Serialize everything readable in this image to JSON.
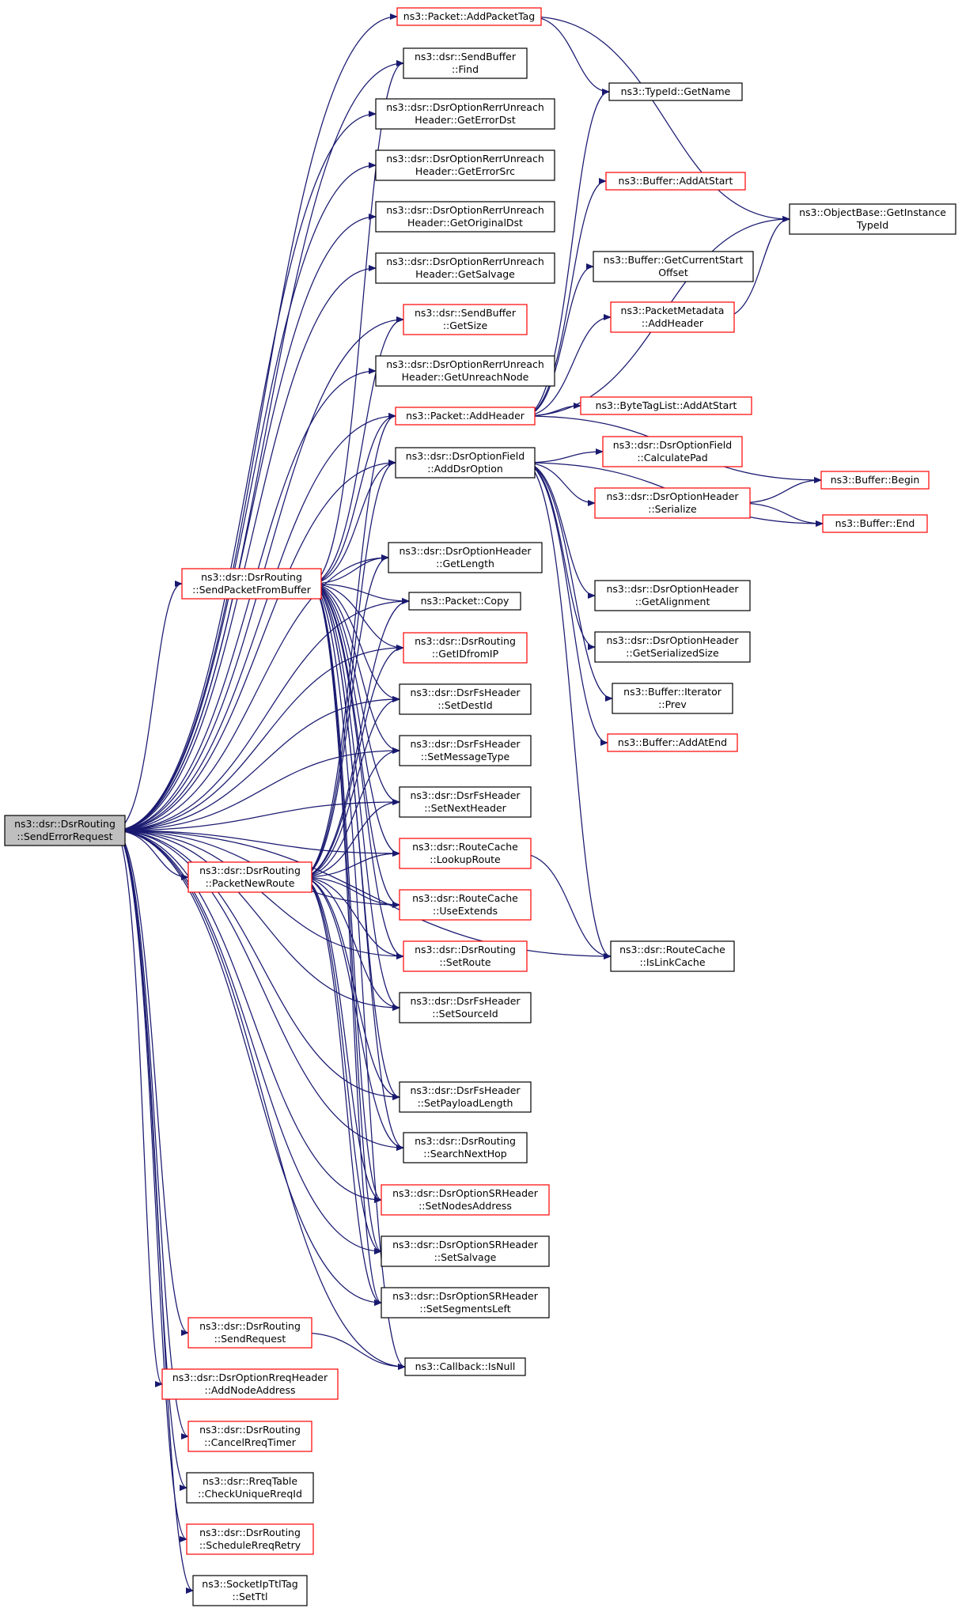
{
  "nodes": [
    {
      "id": "root",
      "lines": [
        "ns3::dsr::DsrRouting",
        "::SendErrorRequest"
      ],
      "border": "root"
    },
    {
      "id": "sendpkt",
      "lines": [
        "ns3::dsr::DsrRouting",
        "::SendPacketFromBuffer"
      ],
      "border": "red"
    },
    {
      "id": "pktnew",
      "lines": [
        "ns3::dsr::DsrRouting",
        "::PacketNewRoute"
      ],
      "border": "red"
    },
    {
      "id": "sendreq",
      "lines": [
        "ns3::dsr::DsrRouting",
        "::SendRequest"
      ],
      "border": "red"
    },
    {
      "id": "addnode",
      "lines": [
        "ns3::dsr::DsrOptionRreqHeader",
        "::AddNodeAddress"
      ],
      "border": "red"
    },
    {
      "id": "cancelrreq",
      "lines": [
        "ns3::dsr::DsrRouting",
        "::CancelRreqTimer"
      ],
      "border": "red"
    },
    {
      "id": "checkuniq",
      "lines": [
        "ns3::dsr::RreqTable",
        "::CheckUniqueRreqId"
      ],
      "border": "black"
    },
    {
      "id": "schedretry",
      "lines": [
        "ns3::dsr::DsrRouting",
        "::ScheduleRreqRetry"
      ],
      "border": "red"
    },
    {
      "id": "setttl",
      "lines": [
        "ns3::SocketIpTtlTag",
        "::SetTtl"
      ],
      "border": "black"
    },
    {
      "id": "addpkttag",
      "lines": [
        "ns3::Packet::AddPacketTag"
      ],
      "border": "red"
    },
    {
      "id": "find",
      "lines": [
        "ns3::dsr::SendBuffer",
        "::Find"
      ],
      "border": "black"
    },
    {
      "id": "geterrdst",
      "lines": [
        "ns3::dsr::DsrOptionRerrUnreach",
        "Header::GetErrorDst"
      ],
      "border": "black"
    },
    {
      "id": "geterrsrc",
      "lines": [
        "ns3::dsr::DsrOptionRerrUnreach",
        "Header::GetErrorSrc"
      ],
      "border": "black"
    },
    {
      "id": "getorigdst",
      "lines": [
        "ns3::dsr::DsrOptionRerrUnreach",
        "Header::GetOriginalDst"
      ],
      "border": "black"
    },
    {
      "id": "getsalvage",
      "lines": [
        "ns3::dsr::DsrOptionRerrUnreach",
        "Header::GetSalvage"
      ],
      "border": "black"
    },
    {
      "id": "getsize",
      "lines": [
        "ns3::dsr::SendBuffer",
        "::GetSize"
      ],
      "border": "red"
    },
    {
      "id": "getunreach",
      "lines": [
        "ns3::dsr::DsrOptionRerrUnreach",
        "Header::GetUnreachNode"
      ],
      "border": "black"
    },
    {
      "id": "addheader",
      "lines": [
        "ns3::Packet::AddHeader"
      ],
      "border": "red"
    },
    {
      "id": "adddsropt",
      "lines": [
        "ns3::dsr::DsrOptionField",
        "::AddDsrOption"
      ],
      "border": "black"
    },
    {
      "id": "getlength",
      "lines": [
        "ns3::dsr::DsrOptionHeader",
        "::GetLength"
      ],
      "border": "black"
    },
    {
      "id": "pktcopy",
      "lines": [
        "ns3::Packet::Copy"
      ],
      "border": "black"
    },
    {
      "id": "getidfromip",
      "lines": [
        "ns3::dsr::DsrRouting",
        "::GetIDfromIP"
      ],
      "border": "red"
    },
    {
      "id": "setdestid",
      "lines": [
        "ns3::dsr::DsrFsHeader",
        "::SetDestId"
      ],
      "border": "black"
    },
    {
      "id": "setmsgtype",
      "lines": [
        "ns3::dsr::DsrFsHeader",
        "::SetMessageType"
      ],
      "border": "black"
    },
    {
      "id": "setnexthdr",
      "lines": [
        "ns3::dsr::DsrFsHeader",
        "::SetNextHeader"
      ],
      "border": "black"
    },
    {
      "id": "lookuproute",
      "lines": [
        "ns3::dsr::RouteCache",
        "::LookupRoute"
      ],
      "border": "red"
    },
    {
      "id": "useextends",
      "lines": [
        "ns3::dsr::RouteCache",
        "::UseExtends"
      ],
      "border": "red"
    },
    {
      "id": "setroute",
      "lines": [
        "ns3::dsr::DsrRouting",
        "::SetRoute"
      ],
      "border": "red"
    },
    {
      "id": "setsourceid",
      "lines": [
        "ns3::dsr::DsrFsHeader",
        "::SetSourceId"
      ],
      "border": "black"
    },
    {
      "id": "setpayload",
      "lines": [
        "ns3::dsr::DsrFsHeader",
        "::SetPayloadLength"
      ],
      "border": "black"
    },
    {
      "id": "searchnext",
      "lines": [
        "ns3::dsr::DsrRouting",
        "::SearchNextHop"
      ],
      "border": "black"
    },
    {
      "id": "setnodesaddr",
      "lines": [
        "ns3::dsr::DsrOptionSRHeader",
        "::SetNodesAddress"
      ],
      "border": "red"
    },
    {
      "id": "srsetsalvage",
      "lines": [
        "ns3::dsr::DsrOptionSRHeader",
        "::SetSalvage"
      ],
      "border": "black"
    },
    {
      "id": "setsegleft",
      "lines": [
        "ns3::dsr::DsrOptionSRHeader",
        "::SetSegmentsLeft"
      ],
      "border": "black"
    },
    {
      "id": "cbisnull",
      "lines": [
        "ns3::Callback::IsNull"
      ],
      "border": "black"
    },
    {
      "id": "typeidname",
      "lines": [
        "ns3::TypeId::GetName"
      ],
      "border": "black"
    },
    {
      "id": "bufaddstart",
      "lines": [
        "ns3::Buffer::AddAtStart"
      ],
      "border": "red"
    },
    {
      "id": "getinsttype",
      "lines": [
        "ns3::ObjectBase::GetInstance",
        "TypeId"
      ],
      "border": "black"
    },
    {
      "id": "getcurstart",
      "lines": [
        "ns3::Buffer::GetCurrentStart",
        "Offset"
      ],
      "border": "black"
    },
    {
      "id": "pmaddheader",
      "lines": [
        "ns3::PacketMetadata",
        "::AddHeader"
      ],
      "border": "red"
    },
    {
      "id": "btladdstart",
      "lines": [
        "ns3::ByteTagList::AddAtStart"
      ],
      "border": "red"
    },
    {
      "id": "calcpad",
      "lines": [
        "ns3::dsr::DsrOptionField",
        "::CalculatePad"
      ],
      "border": "red"
    },
    {
      "id": "ohserialize",
      "lines": [
        "ns3::dsr::DsrOptionHeader",
        "::Serialize"
      ],
      "border": "red"
    },
    {
      "id": "bufbegin",
      "lines": [
        "ns3::Buffer::Begin"
      ],
      "border": "red"
    },
    {
      "id": "bufend",
      "lines": [
        "ns3::Buffer::End"
      ],
      "border": "red"
    },
    {
      "id": "getalign",
      "lines": [
        "ns3::dsr::DsrOptionHeader",
        "::GetAlignment"
      ],
      "border": "black"
    },
    {
      "id": "getsersize",
      "lines": [
        "ns3::dsr::DsrOptionHeader",
        "::GetSerializedSize"
      ],
      "border": "black"
    },
    {
      "id": "iterprev",
      "lines": [
        "ns3::Buffer::Iterator",
        "::Prev"
      ],
      "border": "black"
    },
    {
      "id": "bufaddend",
      "lines": [
        "ns3::Buffer::AddAtEnd"
      ],
      "border": "red"
    },
    {
      "id": "islinkcache",
      "lines": [
        "ns3::dsr::RouteCache",
        "::IsLinkCache"
      ],
      "border": "black"
    }
  ],
  "edges": [
    [
      "root",
      "addpkttag"
    ],
    [
      "root",
      "find"
    ],
    [
      "root",
      "geterrdst"
    ],
    [
      "root",
      "geterrsrc"
    ],
    [
      "root",
      "getorigdst"
    ],
    [
      "root",
      "getsalvage"
    ],
    [
      "root",
      "getsize"
    ],
    [
      "root",
      "getunreach"
    ],
    [
      "root",
      "addheader"
    ],
    [
      "root",
      "adddsropt"
    ],
    [
      "root",
      "sendpkt"
    ],
    [
      "root",
      "getlength"
    ],
    [
      "root",
      "pktcopy"
    ],
    [
      "root",
      "getidfromip"
    ],
    [
      "root",
      "setdestid"
    ],
    [
      "root",
      "setmsgtype"
    ],
    [
      "root",
      "setnexthdr"
    ],
    [
      "root",
      "pktnew"
    ],
    [
      "root",
      "lookuproute"
    ],
    [
      "root",
      "useextends"
    ],
    [
      "root",
      "setroute"
    ],
    [
      "root",
      "setsourceid"
    ],
    [
      "root",
      "islinkcache"
    ],
    [
      "root",
      "setpayload"
    ],
    [
      "root",
      "searchnext"
    ],
    [
      "root",
      "setnodesaddr"
    ],
    [
      "root",
      "srsetsalvage"
    ],
    [
      "root",
      "setsegleft"
    ],
    [
      "root",
      "cbisnull"
    ],
    [
      "root",
      "sendreq"
    ],
    [
      "root",
      "addnode"
    ],
    [
      "root",
      "cancelrreq"
    ],
    [
      "root",
      "checkuniq"
    ],
    [
      "root",
      "schedretry"
    ],
    [
      "root",
      "setttl"
    ],
    [
      "sendpkt",
      "find"
    ],
    [
      "sendpkt",
      "getsize"
    ],
    [
      "sendpkt",
      "addheader"
    ],
    [
      "sendpkt",
      "adddsropt"
    ],
    [
      "sendpkt",
      "getlength"
    ],
    [
      "sendpkt",
      "pktcopy"
    ],
    [
      "sendpkt",
      "getidfromip"
    ],
    [
      "sendpkt",
      "setdestid"
    ],
    [
      "sendpkt",
      "setmsgtype"
    ],
    [
      "sendpkt",
      "setnexthdr"
    ],
    [
      "sendpkt",
      "lookuproute"
    ],
    [
      "sendpkt",
      "useextends"
    ],
    [
      "sendpkt",
      "setroute"
    ],
    [
      "sendpkt",
      "setsourceid"
    ],
    [
      "sendpkt",
      "setpayload"
    ],
    [
      "sendpkt",
      "searchnext"
    ],
    [
      "sendpkt",
      "setnodesaddr"
    ],
    [
      "sendpkt",
      "srsetsalvage"
    ],
    [
      "sendpkt",
      "setsegleft"
    ],
    [
      "sendpkt",
      "cbisnull"
    ],
    [
      "pktnew",
      "addheader"
    ],
    [
      "pktnew",
      "adddsropt"
    ],
    [
      "pktnew",
      "getlength"
    ],
    [
      "pktnew",
      "pktcopy"
    ],
    [
      "pktnew",
      "getidfromip"
    ],
    [
      "pktnew",
      "setdestid"
    ],
    [
      "pktnew",
      "setmsgtype"
    ],
    [
      "pktnew",
      "setnexthdr"
    ],
    [
      "pktnew",
      "lookuproute"
    ],
    [
      "pktnew",
      "useextends"
    ],
    [
      "pktnew",
      "setroute"
    ],
    [
      "pktnew",
      "setsourceid"
    ],
    [
      "pktnew",
      "setpayload"
    ],
    [
      "pktnew",
      "searchnext"
    ],
    [
      "pktnew",
      "setnodesaddr"
    ],
    [
      "pktnew",
      "srsetsalvage"
    ],
    [
      "pktnew",
      "setsegleft"
    ],
    [
      "sendreq",
      "cbisnull"
    ],
    [
      "addpkttag",
      "typeidname"
    ],
    [
      "addpkttag",
      "getinsttype"
    ],
    [
      "addheader",
      "typeidname"
    ],
    [
      "addheader",
      "bufaddstart"
    ],
    [
      "addheader",
      "getinsttype"
    ],
    [
      "addheader",
      "getcurstart"
    ],
    [
      "addheader",
      "pmaddheader"
    ],
    [
      "addheader",
      "btladdstart"
    ],
    [
      "addheader",
      "bufbegin"
    ],
    [
      "pmaddheader",
      "getinsttype"
    ],
    [
      "adddsropt",
      "calcpad"
    ],
    [
      "adddsropt",
      "ohserialize"
    ],
    [
      "adddsropt",
      "bufend"
    ],
    [
      "adddsropt",
      "getalign"
    ],
    [
      "adddsropt",
      "getsersize"
    ],
    [
      "adddsropt",
      "iterprev"
    ],
    [
      "adddsropt",
      "bufaddend"
    ],
    [
      "adddsropt",
      "islinkcache"
    ],
    [
      "ohserialize",
      "bufbegin"
    ],
    [
      "ohserialize",
      "bufend"
    ],
    [
      "lookuproute",
      "islinkcache"
    ]
  ]
}
